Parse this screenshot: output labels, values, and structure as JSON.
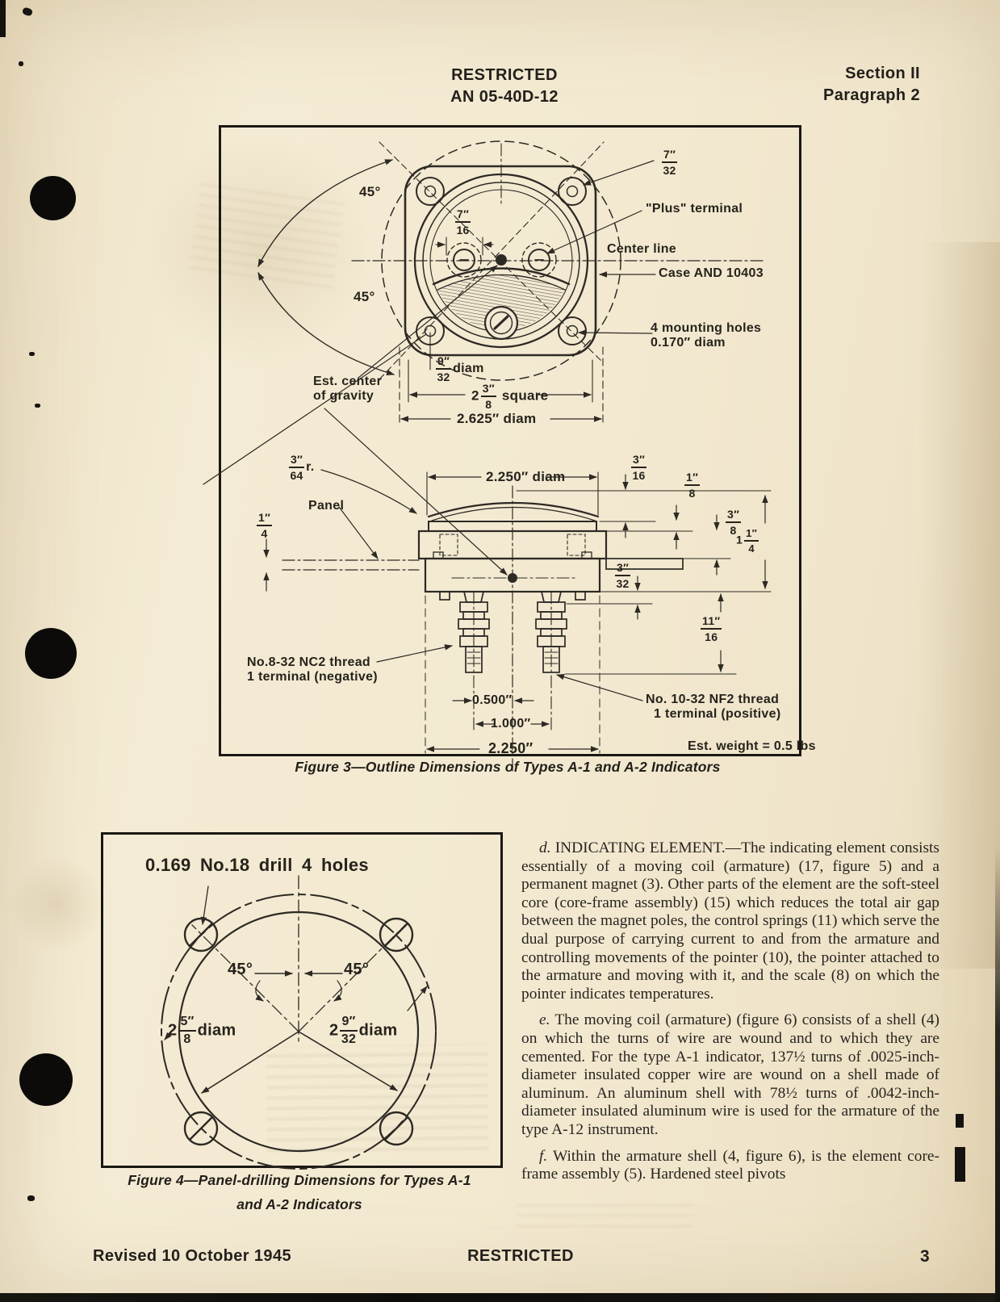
{
  "header": {
    "restricted": "RESTRICTED",
    "doc_number": "AN 05-40D-12",
    "section": "Section II",
    "paragraph": "Paragraph 2"
  },
  "footer": {
    "revised": "Revised 10 October 1945",
    "restricted": "RESTRICTED",
    "page_number": "3"
  },
  "figure3": {
    "caption": "Figure 3—Outline Dimensions of Types A-1 and A-2 Indicators",
    "labels": {
      "hole_top": {
        "num": "7″",
        "den": "32"
      },
      "plus_terminal": "\"Plus\" terminal",
      "center_line": "Center line",
      "case": "Case AND 10403",
      "mounting_line1": "4 mounting holes",
      "mounting_line2": "0.170″ diam",
      "angle_upper": "45°",
      "angle_lower": "45°",
      "terminal_spacing": {
        "num": "7″",
        "den": "16"
      },
      "hole_lower": {
        "num": "9″",
        "den": "32",
        "suffix": "diam"
      },
      "cg_line1": "Est. center",
      "cg_line2": "of gravity",
      "square": {
        "whole": "2",
        "num": "3″",
        "den": "8",
        "suffix": "square"
      },
      "case_diam": "2.625″ diam",
      "body_diam": "2.250″ diam",
      "radius": {
        "num": "3″",
        "den": "64",
        "suffix": "r."
      },
      "panel": "Panel",
      "panel_thickness": {
        "num": "1″",
        "den": "4"
      },
      "dome_height": {
        "num": "3″",
        "den": "16"
      },
      "bezel_height": {
        "num": "1″",
        "den": "8"
      },
      "flange_depth": {
        "num": "3″",
        "den": "8"
      },
      "overall_depth": {
        "whole": "1",
        "num": "1″",
        "den": "4"
      },
      "shoulder": {
        "num": "3″",
        "den": "32"
      },
      "stud_length": {
        "num": "11″",
        "den": "16"
      },
      "neg_line1": "No.8-32 NC2 thread",
      "neg_line2": "1 terminal (negative)",
      "dim_0500": "0.500″",
      "dim_1000": "1.000″",
      "dim_2250": "2.250″",
      "pos_line1": "No. 10-32 NF2 thread",
      "pos_line2": "1 terminal (positive)",
      "weight": "Est. weight = 0.5 lbs"
    }
  },
  "figure4": {
    "caption_line1": "Figure 4—Panel-drilling Dimensions for Types A-1",
    "caption_line2": "and A-2 Indicators",
    "labels": {
      "drill": "0.169 No.18 drill  4 holes",
      "angle_left": "45°",
      "angle_right": "45°",
      "inner_diam": {
        "whole": "2",
        "num": "5″",
        "den": "8",
        "suffix": "diam"
      },
      "outer_diam": {
        "whole": "2",
        "num": "9″",
        "den": "32",
        "suffix": "diam"
      }
    }
  },
  "body_text": {
    "para_d": {
      "lead": "d.",
      "text": "INDICATING ELEMENT.—The indicating element consists essentially of a moving coil (armature) (17, figure 5) and a permanent magnet (3). Other parts of the element are the soft-steel core (core-frame assembly) (15) which reduces the total air gap between the magnet poles, the control springs (11) which serve the dual purpose of carrying current to and from the armature and controlling movements of the pointer (10), the pointer attached to the armature and moving with it, and the scale (8) on which the pointer indicates temperatures."
    },
    "para_e": {
      "lead": "e.",
      "text": "The moving coil (armature) (figure 6) consists of a shell (4) on which the turns of wire are wound and to which they are cemented. For the type A-1 indicator, 137½ turns of .0025-inch-diameter insulated copper wire are wound on a shell made of aluminum. An aluminum shell with 78½ turns of .0042-inch-diameter insulated aluminum wire is used for the armature of the type A-12 instrument."
    },
    "para_f": {
      "lead": "f.",
      "text": "Within the armature shell (4, figure 6), is the element core-frame assembly (5). Hardened steel pivots"
    }
  }
}
